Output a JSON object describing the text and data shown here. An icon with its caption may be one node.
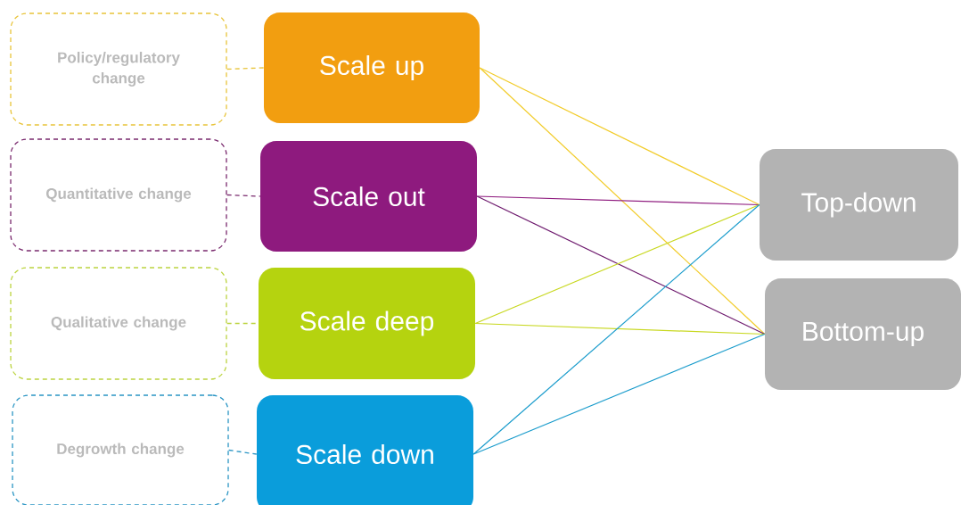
{
  "diagram": {
    "nodes": [
      {
        "text": [
          "Policy/regulatory change"
        ]
      },
      {
        "text": [
          "Scale up"
        ]
      },
      {
        "text": [
          "Quantitative change"
        ]
      },
      {
        "text": [
          "Scale out"
        ]
      },
      {
        "text": [
          "Qualitative change"
        ]
      },
      {
        "text": [
          "Scale deep"
        ]
      },
      {
        "text": [
          "Degrowth change"
        ]
      },
      {
        "text": [
          "Scale down"
        ]
      },
      {
        "text": [
          "Top-down"
        ]
      },
      {
        "text": [
          "Bottom-up"
        ]
      }
    ],
    "edges": [
      {
        "from": 0,
        "to": 1,
        "arrow": "none",
        "style": "dashed",
        "color": "#e8c43a"
      },
      {
        "from": 2,
        "to": 3,
        "arrow": "none",
        "style": "dashed",
        "color": "#7a2a6e"
      },
      {
        "from": 4,
        "to": 5,
        "arrow": "none",
        "style": "dashed",
        "color": "#bcd440"
      },
      {
        "from": 6,
        "to": 7,
        "arrow": "none",
        "style": "dashed",
        "color": "#2a95c4"
      },
      {
        "from": 1,
        "to": 8,
        "arrow": "none",
        "color": "#f2cc2a"
      },
      {
        "from": 1,
        "to": 9,
        "arrow": "none",
        "color": "#f2cc2a"
      },
      {
        "from": 3,
        "to": 8,
        "arrow": "none",
        "color": "#8e1a7e"
      },
      {
        "from": 3,
        "to": 9,
        "arrow": "none",
        "color": "#6e1a6e"
      },
      {
        "from": 5,
        "to": 8,
        "arrow": "none",
        "color": "#c8d820"
      },
      {
        "from": 5,
        "to": 9,
        "arrow": "none",
        "color": "#c8d820"
      },
      {
        "from": 7,
        "to": 8,
        "arrow": "none",
        "color": "#1a9ccc"
      },
      {
        "from": 7,
        "to": 9,
        "arrow": "none",
        "color": "#1a9ccc"
      }
    ]
  }
}
